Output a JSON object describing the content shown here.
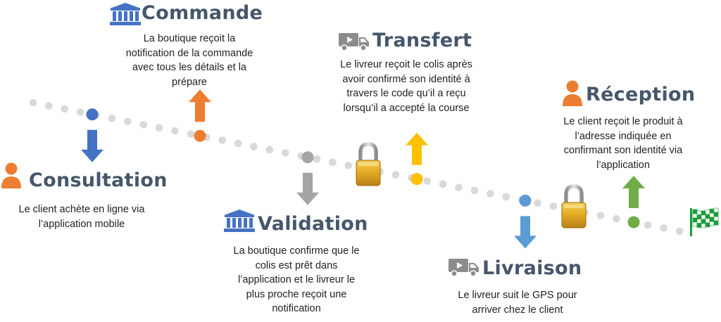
{
  "colors": {
    "dots": "#d9d9d9",
    "blue": "#4472c4",
    "orange": "#ed7d31",
    "gray": "#a5a5a5",
    "yellow": "#ffc000",
    "light_blue": "#5b9bd5",
    "green": "#70ad47",
    "title": "#46566b",
    "flag": "#1a9c3b"
  },
  "steps": [
    {
      "title": "Consultation",
      "icon": "person-icon",
      "arrow": "down",
      "color": "blue",
      "desc": [
        "Le client achète en ligne via",
        "l’application mobile"
      ]
    },
    {
      "title": "Commande",
      "icon": "bank-icon",
      "arrow": "up",
      "color": "orange",
      "desc": [
        "La boutique reçoit la",
        "notification de la commande",
        "avec tous les détails et la",
        "prépare"
      ]
    },
    {
      "title": "Validation",
      "icon": "bank-icon",
      "arrow": "down",
      "color": "gray",
      "desc": [
        "La boutique confirme que le",
        "colis est prêt dans",
        "l’application et le livreur le",
        "plus proche reçoit une",
        "notification"
      ]
    },
    {
      "title": "Transfert",
      "icon": "truck-icon",
      "arrow": "up",
      "color": "yellow",
      "desc": [
        "Le livreur reçoit le colis après",
        "avoir confirmé son identité à",
        "travers le code qu’il a reçu",
        "lorsqu’il a accepté la course"
      ]
    },
    {
      "title": "Livraison",
      "icon": "truck-icon",
      "arrow": "down",
      "color": "light_blue",
      "desc": [
        "Le livreur suit le GPS pour",
        "arriver chez le client"
      ]
    },
    {
      "title": "Réception",
      "icon": "person-icon",
      "arrow": "up",
      "color": "green",
      "desc": [
        "Le client reçoit le produit à",
        "l’adresse  indiquée en",
        "confirmant son identité via",
        "l’application"
      ]
    }
  ],
  "icons": {
    "padlock": "padlock-icon",
    "finish": "finish-flag-icon"
  }
}
